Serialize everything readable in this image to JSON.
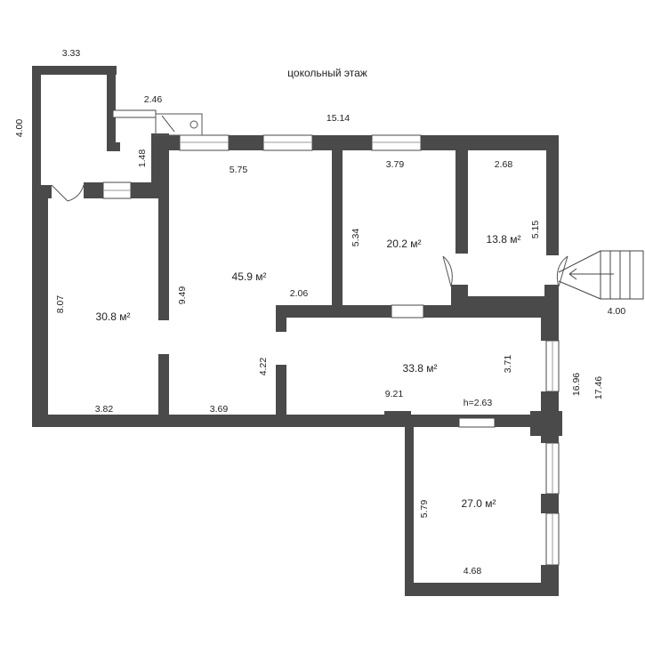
{
  "title": "цокольный этаж",
  "rooms": [
    {
      "id": "r1",
      "area": "30.8 м²"
    },
    {
      "id": "r2",
      "area": "45.9 м²"
    },
    {
      "id": "r3",
      "area": "20.2 м²"
    },
    {
      "id": "r4",
      "area": "13.8 м²"
    },
    {
      "id": "r5",
      "area": "33.8 м²"
    },
    {
      "id": "r6",
      "area": "27.0 м²"
    }
  ],
  "dimensions": {
    "d333": "3.33",
    "d400a": "4.00",
    "d246": "2.46",
    "d148": "1.48",
    "d1514": "15.14",
    "d575": "5.75",
    "d379": "3.79",
    "d268": "2.68",
    "d534": "5.34",
    "d515": "5.15",
    "d807": "8.07",
    "d949": "9.49",
    "d206": "2.06",
    "d400b": "4.00",
    "d422": "4.22",
    "d371": "3.71",
    "d1696": "16.96",
    "d1746": "17.46",
    "d382": "3.82",
    "d369": "3.69",
    "d921": "9.21",
    "height": "h=2.63",
    "d579": "5.79",
    "d468": "4.68"
  },
  "colors": {
    "wall": "#4a4a4a",
    "background": "#ffffff",
    "text": "#222222"
  }
}
